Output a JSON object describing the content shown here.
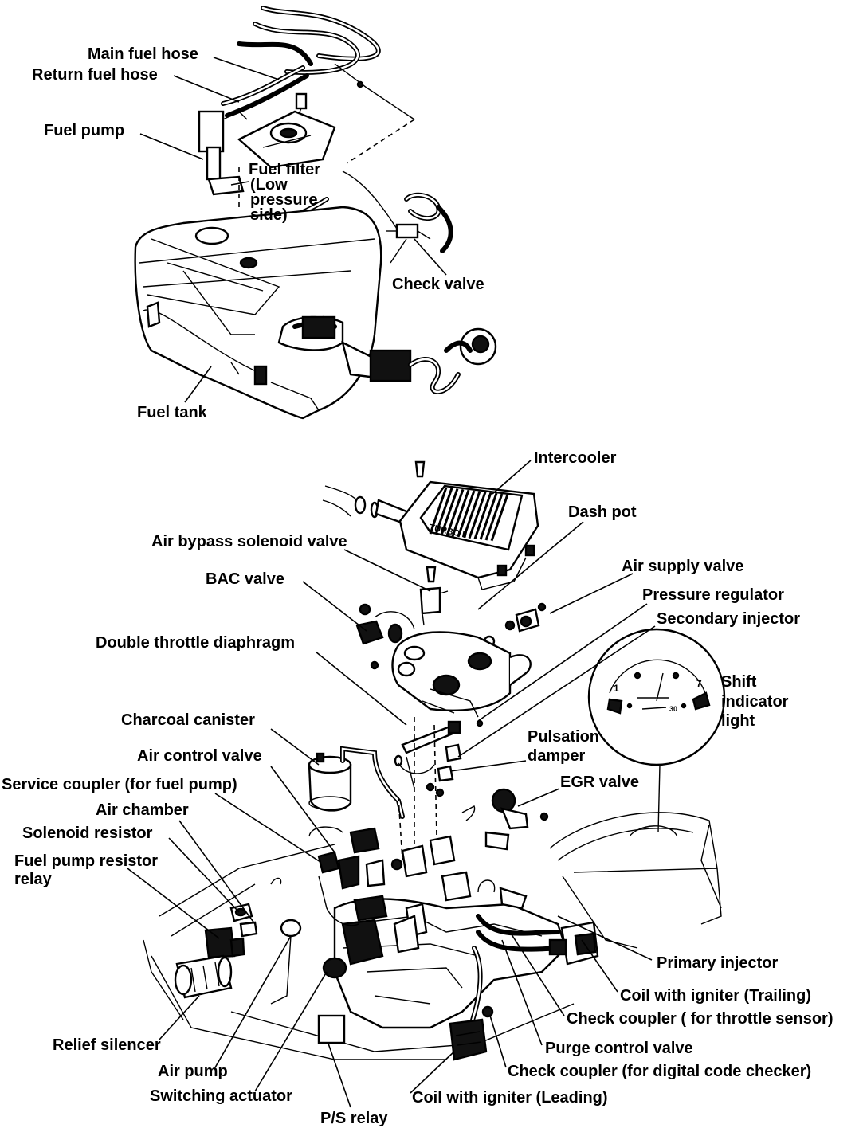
{
  "fuel_system": {
    "main_fuel_hose": "Main fuel hose",
    "return_fuel_hose": "Return fuel hose",
    "fuel_pump": "Fuel pump",
    "fuel_filter_1": "Fuel filter",
    "fuel_filter_2": "(Low",
    "fuel_filter_3": "pressure",
    "fuel_filter_4": "side)",
    "check_valve": "Check valve",
    "fuel_tank": "Fuel tank"
  },
  "engine": {
    "intercooler": "Intercooler",
    "intercooler_badge": "TURBO II",
    "dash_pot": "Dash pot",
    "air_bypass_solenoid_valve": "Air bypass solenoid valve",
    "bac_valve": "BAC valve",
    "air_supply_valve": "Air supply valve",
    "pressure_regulator": "Pressure regulator",
    "secondary_injector": "Secondary injector",
    "double_throttle_diaphragm": "Double throttle diaphragm",
    "shift_indicator_1": "Shift",
    "shift_indicator_2": "indicator",
    "shift_indicator_3": "light",
    "charcoal_canister": "Charcoal canister",
    "pulsation_damper_1": "Pulsation",
    "pulsation_damper_2": "damper",
    "air_control_valve": "Air control valve",
    "egr_valve": "EGR valve",
    "service_coupler": "Service coupler (for fuel pump)",
    "air_chamber": "Air chamber",
    "solenoid_resistor": "Solenoid resistor",
    "fuel_pump_resistor_relay_1": "Fuel pump resistor",
    "fuel_pump_resistor_relay_2": "relay",
    "primary_injector": "Primary injector",
    "coil_trailing": "Coil with igniter (Trailing)",
    "check_coupler_throttle": "Check coupler ( for throttle sensor)",
    "relief_silencer": "Relief silencer",
    "purge_control_valve": "Purge control valve",
    "air_pump": "Air pump",
    "check_coupler_digital": "Check coupler (for digital code checker)",
    "switching_actuator": "Switching actuator",
    "coil_leading": "Coil with igniter (Leading)",
    "ps_relay": "P/S relay"
  },
  "gauge": {
    "tick_1": "1",
    "tick_7": "7",
    "tick_30": "30"
  }
}
